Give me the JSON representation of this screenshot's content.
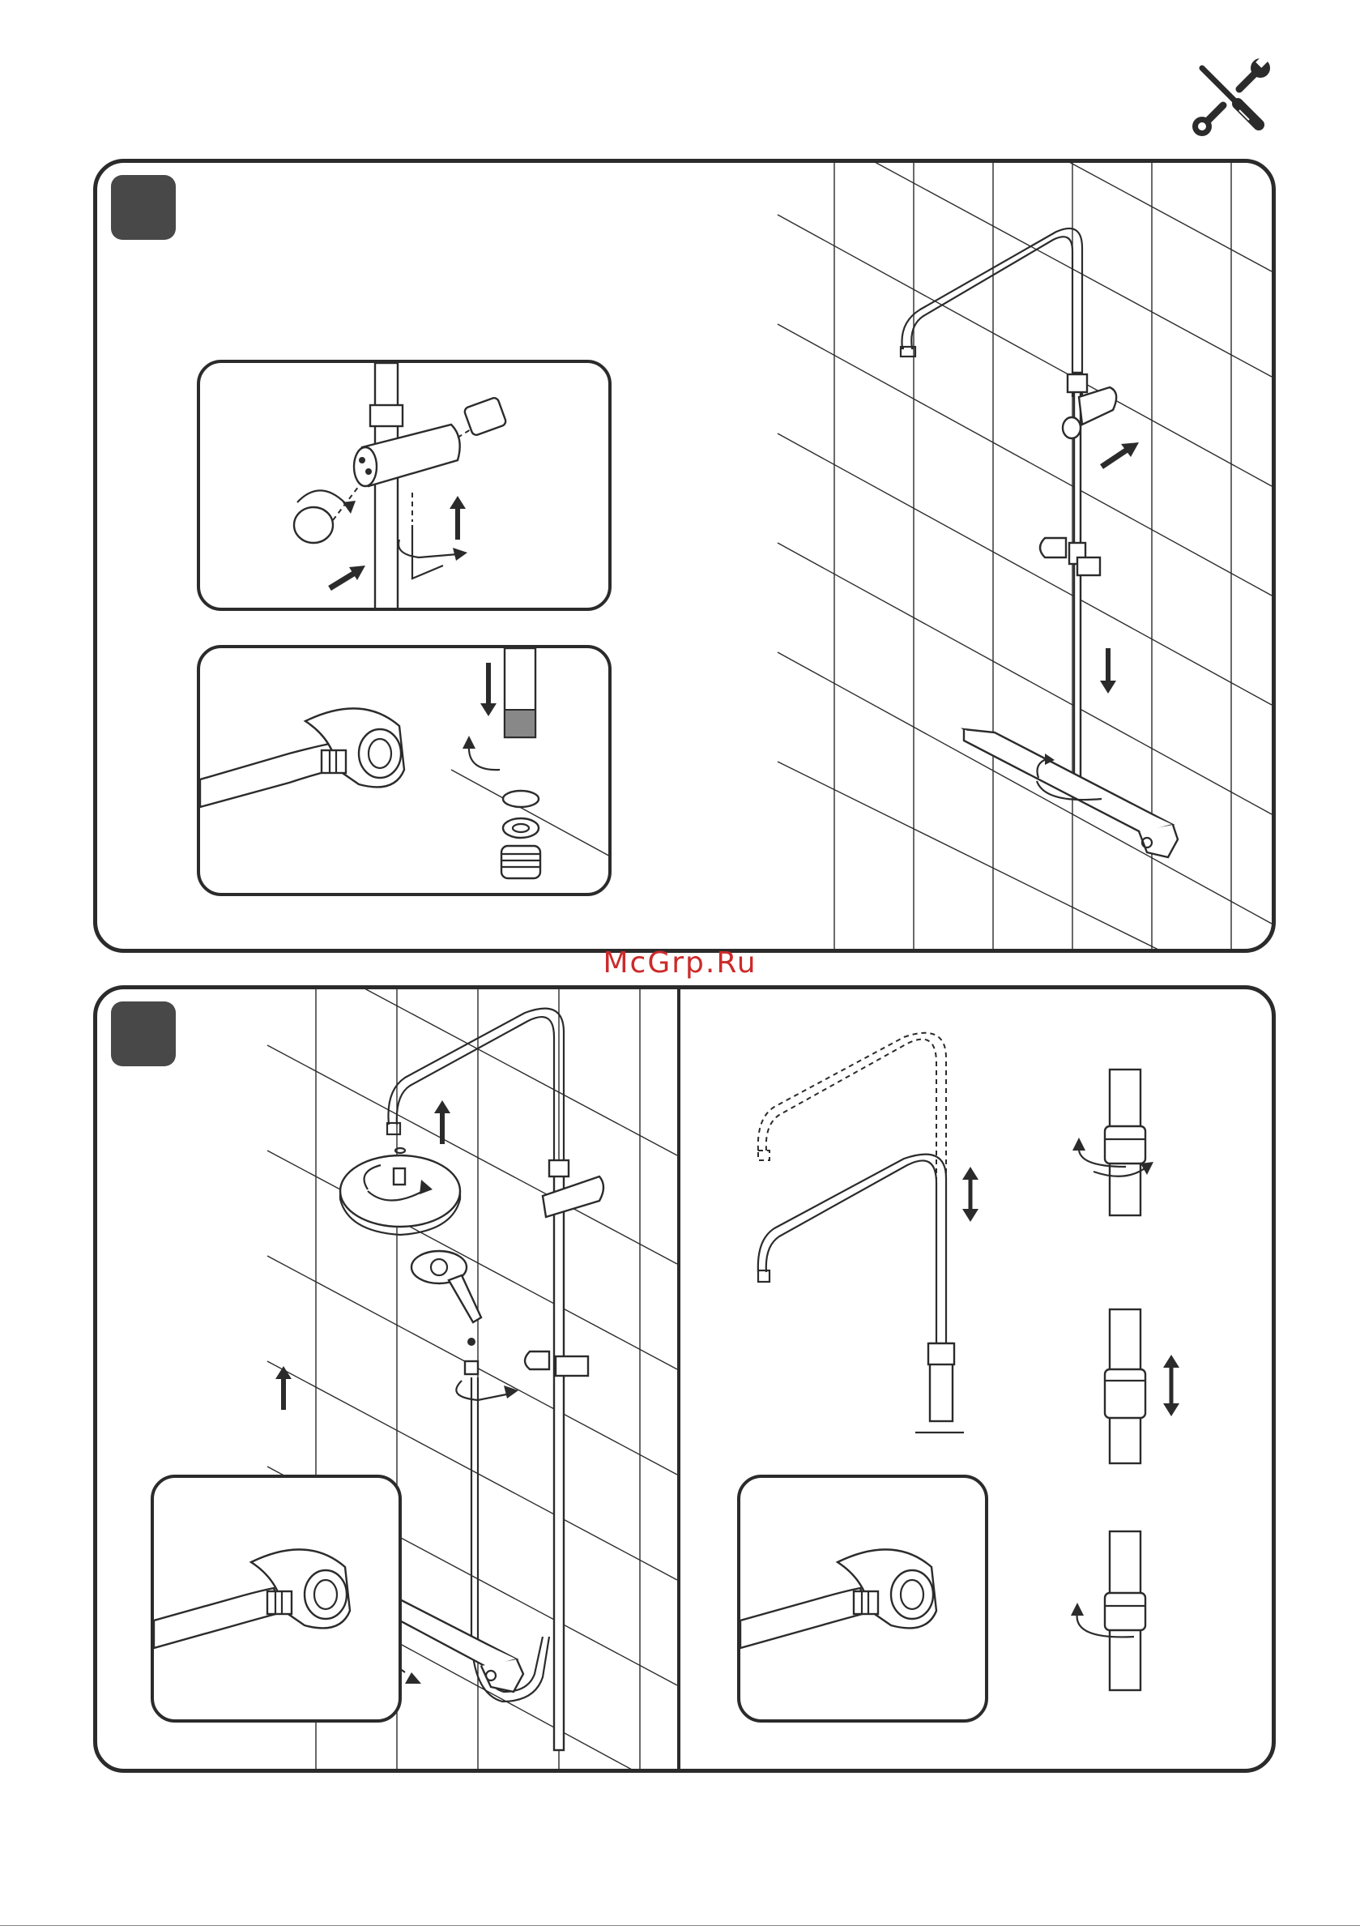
{
  "watermark": {
    "text": "McGrp.Ru",
    "color": "#cc2a2a"
  },
  "header": {
    "icon": "tools-icon"
  },
  "steps": [
    {
      "id": "step-1",
      "badge_color": "#484848"
    },
    {
      "id": "step-2",
      "badge_color": "#484848"
    }
  ]
}
